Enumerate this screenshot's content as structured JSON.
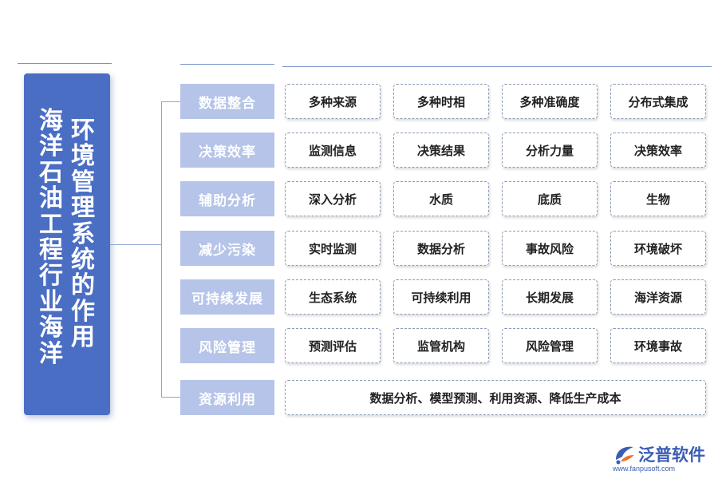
{
  "title": {
    "line1": "海洋石油工程行业海洋",
    "line2": "环境管理系统的作用"
  },
  "rows": [
    {
      "category": "数据整合",
      "items": [
        "多种来源",
        "多种时相",
        "多种准确度",
        "分布式集成"
      ]
    },
    {
      "category": "决策效率",
      "items": [
        "监测信息",
        "决策结果",
        "分析力量",
        "决策效率"
      ]
    },
    {
      "category": "辅助分析",
      "items": [
        "深入分析",
        "水质",
        "底质",
        "生物"
      ]
    },
    {
      "category": "减少污染",
      "items": [
        "实时监测",
        "数据分析",
        "事故风险",
        "环境破坏"
      ]
    },
    {
      "category": "可持续发展",
      "items": [
        "生态系统",
        "可持续利用",
        "长期发展",
        "海洋资源"
      ]
    },
    {
      "category": "风险管理",
      "items": [
        "预测评估",
        "监管机构",
        "风险管理",
        "环境事故"
      ]
    },
    {
      "category": "资源利用",
      "items": [
        "数据分析、模型预测、利用资源、降低生产成本"
      ]
    }
  ],
  "logo": {
    "name": "泛普软件",
    "url": "www.fanpusoft.com",
    "icon": "fanpu-logo-icon",
    "brand_color": "#3b5db3"
  },
  "colors": {
    "title_panel": "#4a6ec4",
    "category_box": "#b5c4e8",
    "item_border": "#8c9cb8"
  }
}
